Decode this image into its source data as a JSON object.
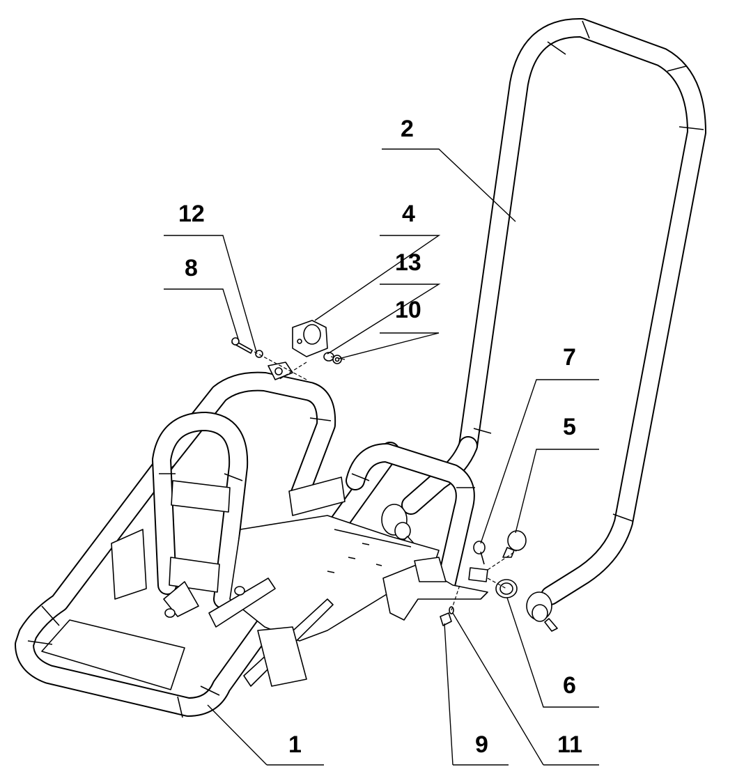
{
  "callouts": [
    {
      "id": "c1",
      "text": "1"
    },
    {
      "id": "c2",
      "text": "2"
    },
    {
      "id": "c4",
      "text": "4"
    },
    {
      "id": "c5",
      "text": "5"
    },
    {
      "id": "c6",
      "text": "6"
    },
    {
      "id": "c7",
      "text": "7"
    },
    {
      "id": "c8",
      "text": "8"
    },
    {
      "id": "c9",
      "text": "9"
    },
    {
      "id": "c10",
      "text": "10"
    },
    {
      "id": "c11",
      "text": "11"
    },
    {
      "id": "c12",
      "text": "12"
    },
    {
      "id": "c13",
      "text": "13"
    }
  ]
}
